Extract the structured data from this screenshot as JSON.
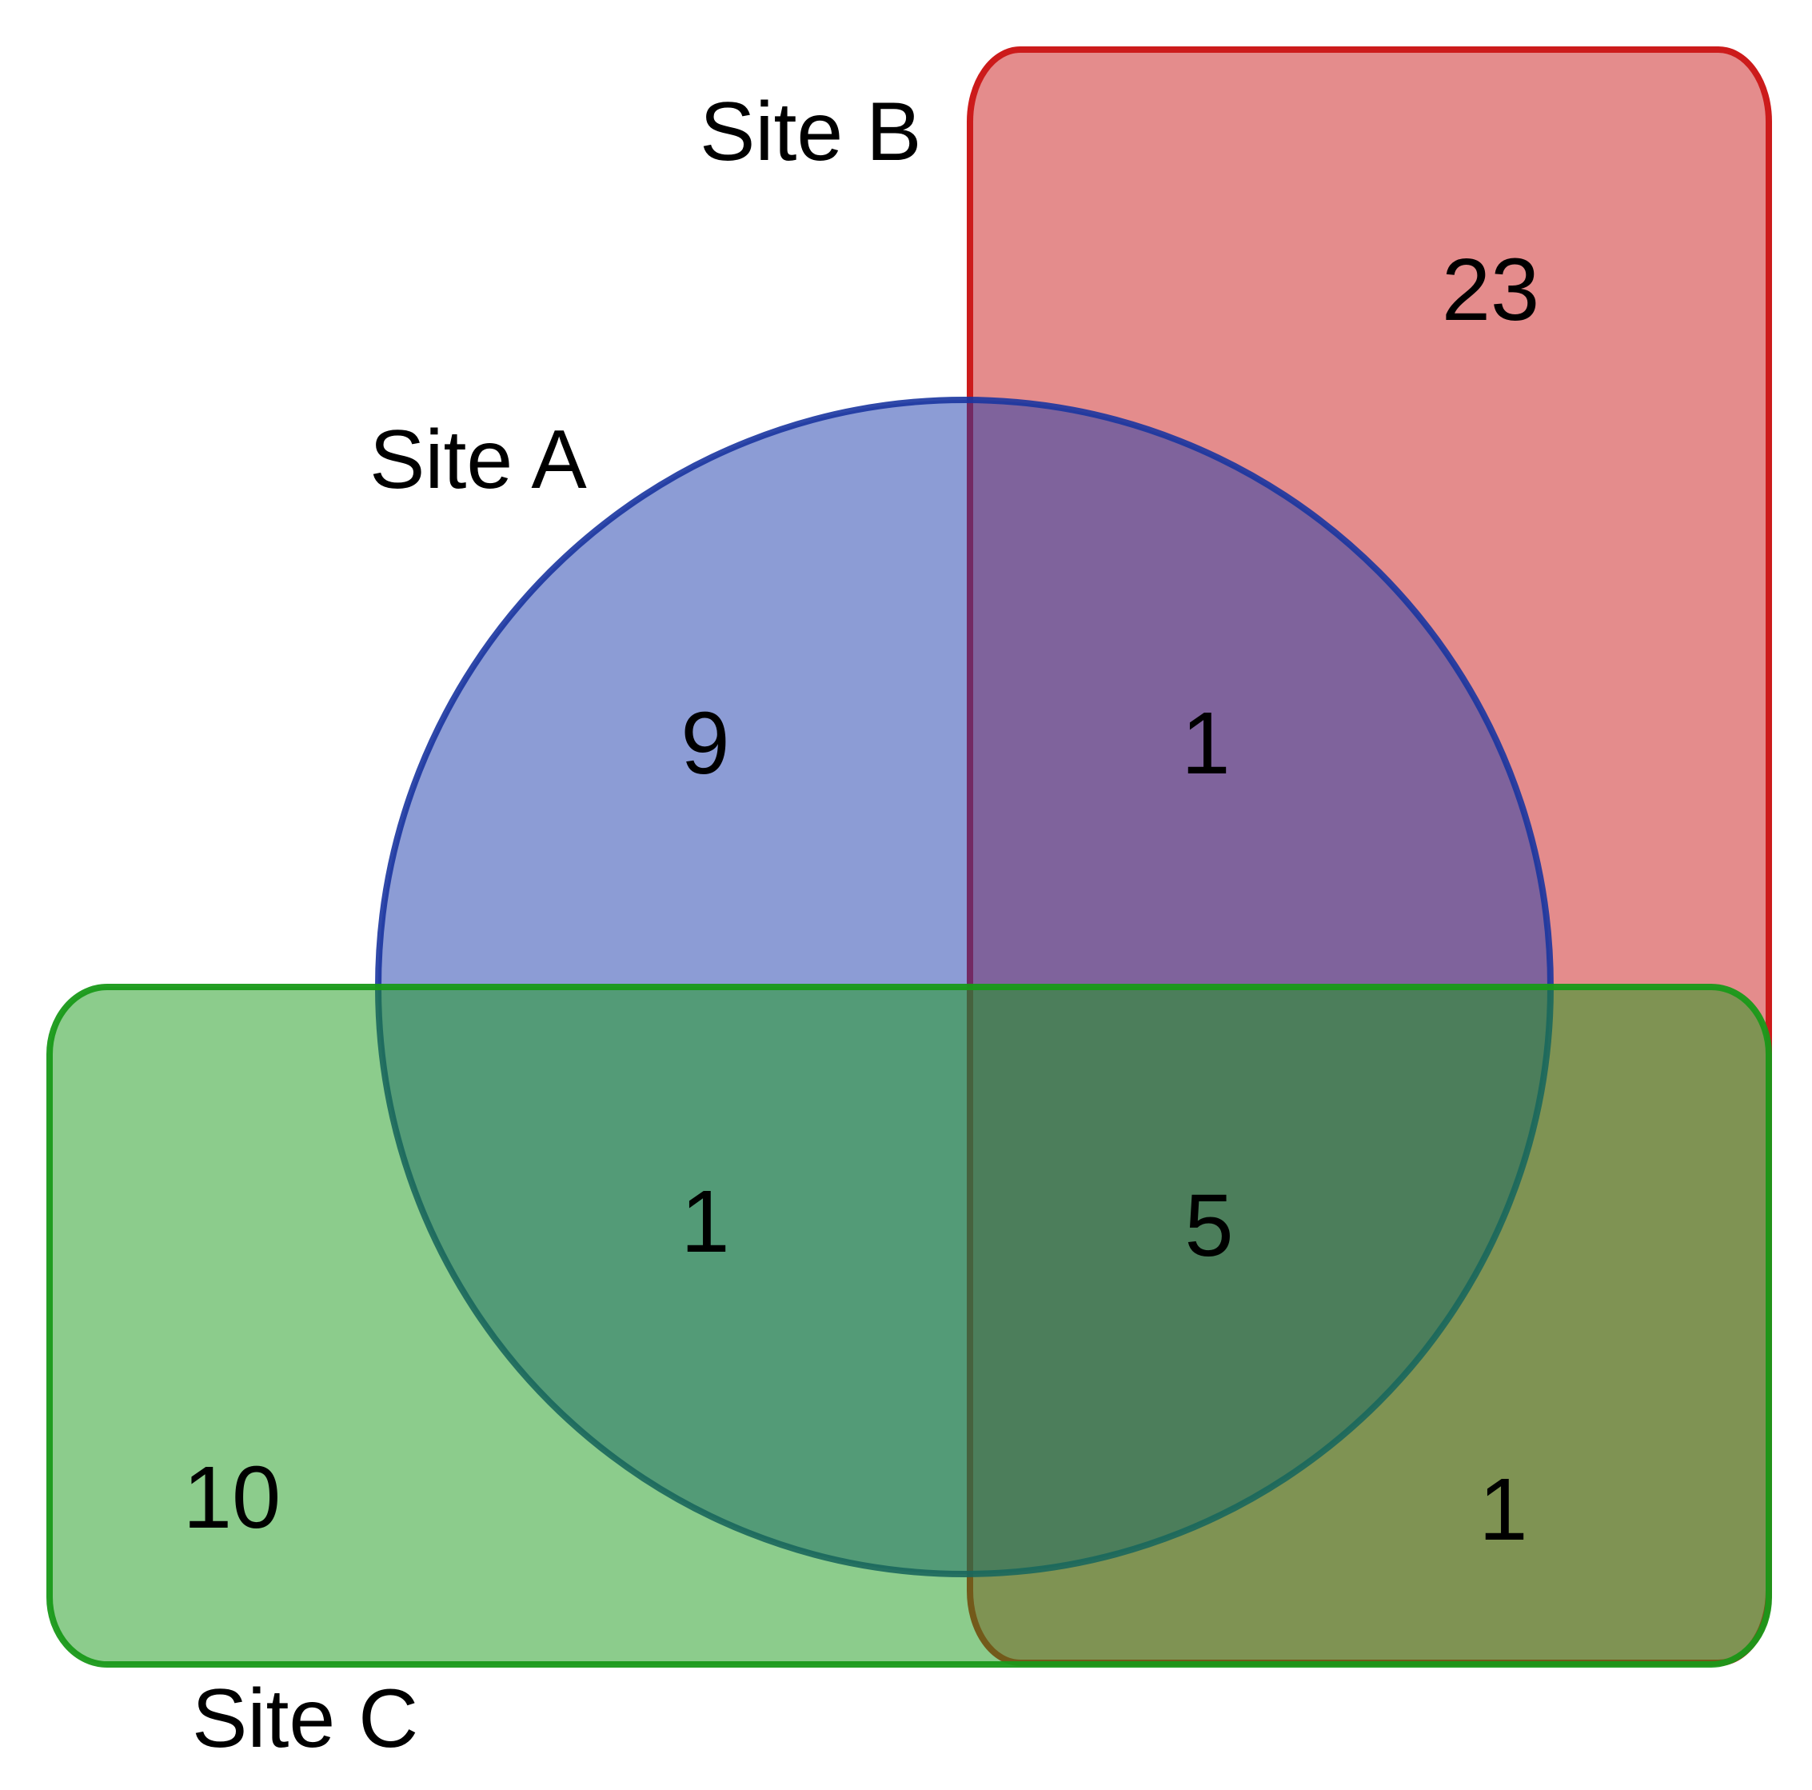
{
  "sets": [
    {
      "id": "A",
      "label": "Site A",
      "fill": "#1a3aab",
      "stroke": "#1a35a0",
      "shape": "circle"
    },
    {
      "id": "B",
      "label": "Site B",
      "fill": "#cc2222",
      "stroke": "#cc1b1b",
      "shape": "rounded-rectangle"
    },
    {
      "id": "C",
      "label": "Site C",
      "fill": "#1a9a1a",
      "stroke": "#199919",
      "shape": "rounded-rectangle"
    }
  ],
  "regions": {
    "A_only": "9",
    "B_only": "23",
    "C_only": "10",
    "A_and_B_only": "1",
    "A_and_C_only": "1",
    "B_and_C_only": "1",
    "A_and_B_and_C": "5"
  }
}
